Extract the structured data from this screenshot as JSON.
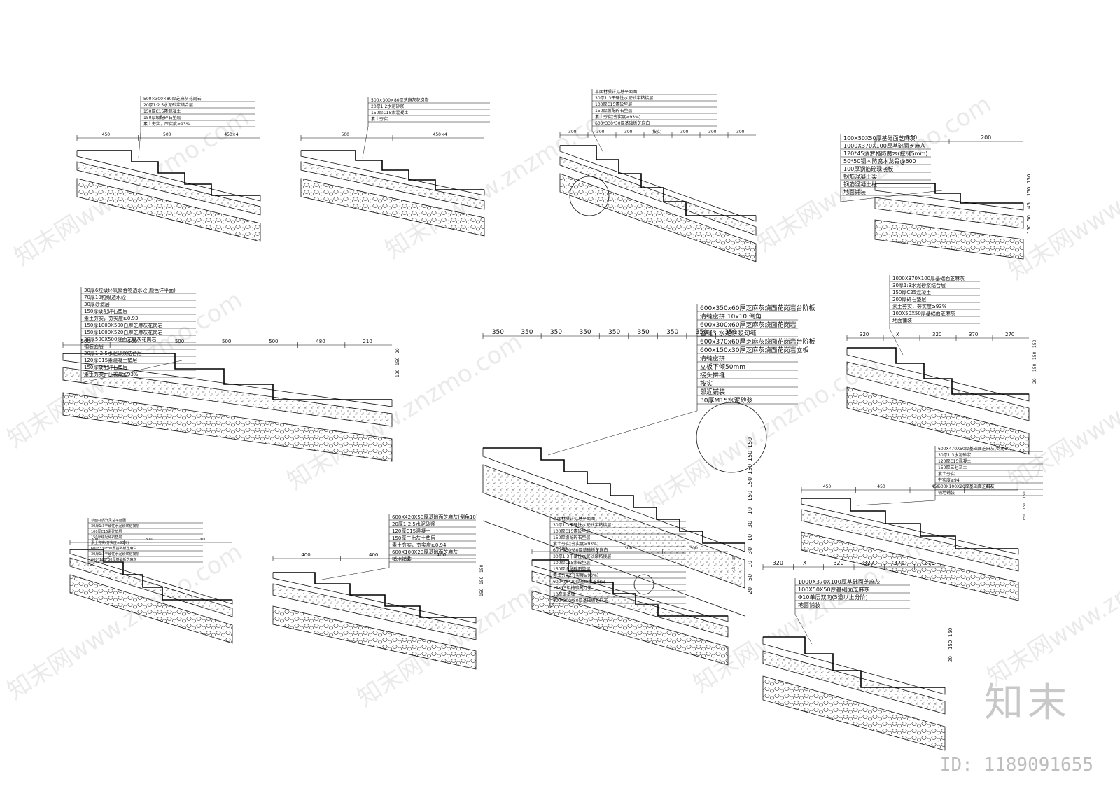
{
  "watermark": {
    "site": "知末网www.znzmo.com",
    "brand": "知末",
    "id": "ID: 1189091655"
  },
  "details": [
    {
      "labels": [
        "500×300×80厚芝麻灰花岗岩",
        "20厚1:2.5水泥砂浆结合层",
        "150厚C15素混凝土",
        "150厚级配碎石垫层",
        "素土夯实，压实度≥93%"
      ],
      "dims": [
        "450",
        "500",
        "450×4"
      ]
    },
    {
      "labels": [
        "500×300×80厚芝麻灰花岗岩",
        "20厚1:2水泥砂浆",
        "150厚C15素混凝土",
        "素土夯实"
      ],
      "dims": [
        "500",
        "450×4"
      ]
    },
    {
      "labels": [
        "草面材质详见总平面图",
        "30厚1:3干硬性水泥砂浆粘接层",
        "100厚C15素砼垫层",
        "150厚级配碎石垫层",
        "素土夯实(夯实度≥93%)",
        "600*330*30厚基础板芝麻白"
      ],
      "dims": [
        "300",
        "300",
        "300",
        "按实",
        "300",
        "300",
        "300"
      ]
    },
    {
      "labels": [
        "100X50X50厚基础面芝麻灰",
        "1000X370X100厚基础面芝麻灰",
        "120*45菠萝格防腐木(控缝5mm)",
        "50*50钢木防腐木龙骨@600",
        "100厚钢筋砼现浇板",
        "钢筋混凝土梁",
        "钢筋混凝土柱",
        "地面铺装"
      ],
      "dims": [
        "350",
        "150",
        "150",
        "45",
        "50",
        "150",
        "200"
      ]
    },
    {
      "labels": [
        "30厚6粒级环氧聚合物透水砼(颜色详平面)",
        "70厚10粒级透水砼",
        "30厚砂滤层",
        "150厚级配碎石垫层",
        "素土夯实，夯实度≥0.93",
        "150厚1000X500白麻芝麻灰花岗岩",
        "150厚1000X520白麻芝麻灰花岗岩",
        "30厚500X500烧面芝麻灰花岗岩",
        "铺装面层",
        "30厚1:2.5水泥砂浆结合层",
        "120厚C15素混凝土垫层",
        "150厚级配碎石垫层",
        "素土夯实，压实度≥93%"
      ],
      "dims": [
        "500",
        "500",
        "500",
        "500",
        "500",
        "480",
        "20",
        "150",
        "120",
        "210"
      ]
    },
    {
      "labels": [
        "600x350x60厚芝麻灰烧面花岗岩台阶板",
        "清缝密拼 10x10 倒角",
        "600x300x60厚芝麻灰烧面花岗岩",
        "留缝3 水泥砂浆勾缝",
        "600x370x60厚芝麻灰烧面花岗岩台阶板",
        "600x150x30厚芝麻灰烧面花岗岩立板",
        "清缝密拼",
        "立板下倾50mm",
        "接头拼缝",
        "按实",
        "邻近铺装",
        "30厚M15水泥砂浆"
      ],
      "dims": [
        "350",
        "350",
        "350",
        "350",
        "350",
        "350",
        "350",
        "350",
        "350",
        "150",
        "150",
        "150",
        "150",
        "150",
        "10",
        "30",
        "10",
        "30",
        "10",
        "50",
        "20"
      ]
    },
    {
      "labels": [
        "1000X370X100厚基础面芝麻灰",
        "30厚1:3水泥砂浆结合层",
        "150厚C25混凝土",
        "200厚碎石垫层",
        "素土夯实，夯实度≥93%",
        "100X50X50厚基础面芝麻灰",
        "地面铺装"
      ],
      "dims": [
        "320",
        "X",
        "320",
        "370",
        "150",
        "150",
        "150",
        "270",
        "20"
      ]
    },
    {
      "labels": [
        "草面材质详见总平面图",
        "30厚1:3干硬性水泥砂浆粘接层",
        "100厚C15素砼垫层",
        "150厚级配碎石垫层",
        "素土夯实(夯实度≥93%)",
        "600*330*30厚基础板芝麻白",
        "30厚1:3干硬性水泥砂浆粘接层",
        "600*100*30厚基础板芝麻灰"
      ],
      "dims": [
        "300",
        "300",
        "300"
      ]
    },
    {
      "labels": [
        "600X420X50厚基础面芝麻灰(倒角10)",
        "20厚1:2.5水泥砂浆",
        "120厚C15混凝土",
        "150厚三七灰土垫层",
        "素土夯实，夯实度≥0.94",
        "600X100X20厚基础面芝麻灰",
        "铺地铺装"
      ],
      "dims": [
        "400",
        "400",
        "400",
        "150",
        "150",
        "150"
      ]
    },
    {
      "labels": [
        "草面材质详见总平面图",
        "30厚1:3干硬性水泥砂浆粘接层",
        "100厚C15素砼垫层",
        "150厚级配碎石垫层",
        "素土夯实(夯实度≥93%)",
        "600*350*80厚基础板芝麻白",
        "30厚1:3干硬性水泥砂浆粘接层",
        "100厚C15素砼垫层",
        "150厚级配碎石垫层",
        "素土夯实(夯实度≥93%)",
        "600*70*20厚基础板芝麻白",
        "15X15铝槽暗藏灯带",
        "10厚铝基板",
        "600*300*80厚基础板芝麻灰"
      ],
      "dims": [
        "300",
        "300",
        "300",
        "35",
        "15"
      ]
    },
    {
      "labels": [
        "600X470X50厚基础面芝麻灰(倒角10)",
        "30厚1:3水泥砂浆",
        "120厚C15混凝土",
        "150厚三七灰土",
        "素土夯实",
        "夯实度≥94",
        "600X100X20厚基础面芝麻灰",
        "铺地铺装"
      ],
      "dims": [
        "450",
        "450",
        "450",
        "450",
        "150",
        "150",
        "150"
      ]
    },
    {
      "labels": [
        "1000X370X100厚基础面芝麻灰",
        "100X50X50厚基础面芝麻灰",
        "Φ10单层双向(5道以上分阶)",
        "地面铺装"
      ],
      "dims": [
        "320",
        "X",
        "320",
        "327",
        "370",
        "150",
        "150",
        "270",
        "20"
      ]
    }
  ]
}
